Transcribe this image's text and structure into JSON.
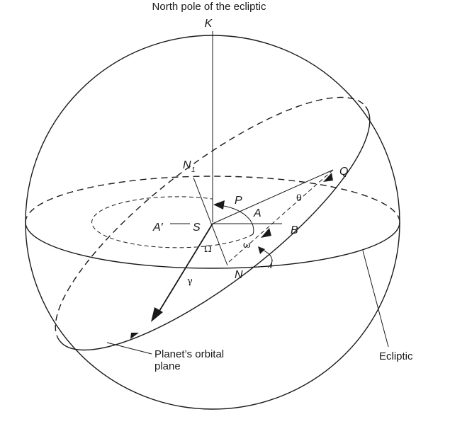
{
  "labels": {
    "north_pole": "North pole of the ecliptic",
    "K": "K",
    "N1": "N",
    "N1_sub": "1",
    "Q": "Q",
    "P": "P",
    "theta": "θ",
    "A_prime": "A′",
    "S": "S",
    "A": "A",
    "B": "B",
    "Omega": "Ω",
    "omega": "ω",
    "i": "i",
    "N": "N",
    "gamma": "γ",
    "orbital_plane_line1": "Planet’s orbital",
    "orbital_plane_line2": "plane",
    "ecliptic": "Ecliptic"
  }
}
